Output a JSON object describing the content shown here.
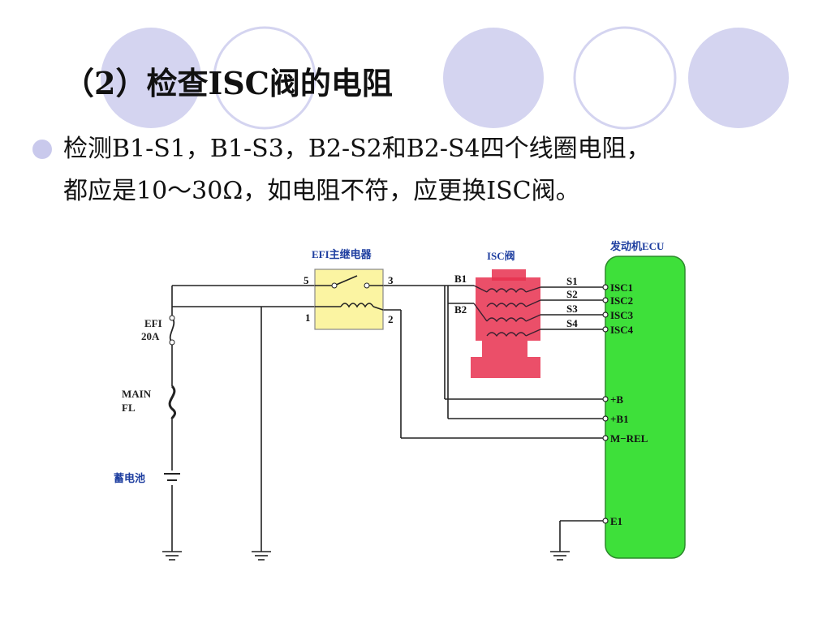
{
  "slide": {
    "title": "（2）检查ISC阀的电阻",
    "bullet_lines": [
      "检测B1-S1，B1-S3，B2-S2和B2-S4四个线圈电阻，",
      "都应是10～30Ω，如电阻不符，应更换ISC阀。"
    ]
  },
  "colors": {
    "circle_fill": "#d4d4f0",
    "bullet": "#c9c9ec",
    "relay_fill": "#fbf4a2",
    "isc_valve": "#e8304f",
    "ecu_fill": "#3ee03a",
    "wire": "#222222"
  },
  "diagram": {
    "relay_label": "EFI主继电器",
    "relay_pins": [
      "5",
      "3",
      "1",
      "2"
    ],
    "isc_label": "ISC阀",
    "isc_pins_left": [
      "B1",
      "B2"
    ],
    "isc_pins_right": [
      "S1",
      "S2",
      "S3",
      "S4"
    ],
    "ecu_label": "发动机ECU",
    "ecu_terminals": [
      "ISC1",
      "ISC2",
      "ISC3",
      "ISC4",
      "+B",
      "+B1",
      "M−REL",
      "E1"
    ],
    "fuse_efi": [
      "EFI",
      "20A"
    ],
    "fuse_main": [
      "MAIN",
      "FL"
    ],
    "battery_label": "蓄电池"
  }
}
